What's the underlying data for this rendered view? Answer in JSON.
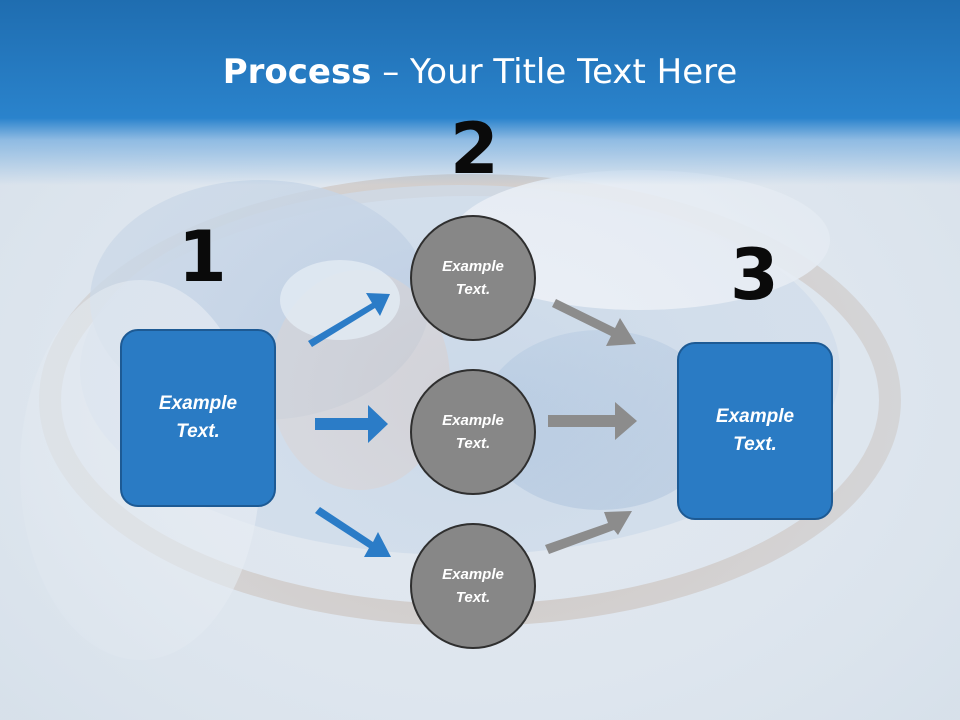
{
  "slide": {
    "title_bold": "Process",
    "title_rest": " – Your Title Text Here"
  },
  "steps": {
    "one": "1",
    "two": "2",
    "three": "3"
  },
  "left_box": {
    "text_line1": "Example",
    "text_line2": "Text."
  },
  "right_box": {
    "text_line1": "Example",
    "text_line2": "Text."
  },
  "circles": [
    {
      "text_line1": "Example",
      "text_line2": "Text."
    },
    {
      "text_line1": "Example",
      "text_line2": "Text."
    },
    {
      "text_line1": "Example",
      "text_line2": "Text."
    }
  ],
  "colors": {
    "header": "#2a83cc",
    "box_fill": "#2a7bc4",
    "circle_fill": "#878787",
    "blue_arrow": "#2b7cc7",
    "gray_arrow": "#8c8c8c"
  }
}
